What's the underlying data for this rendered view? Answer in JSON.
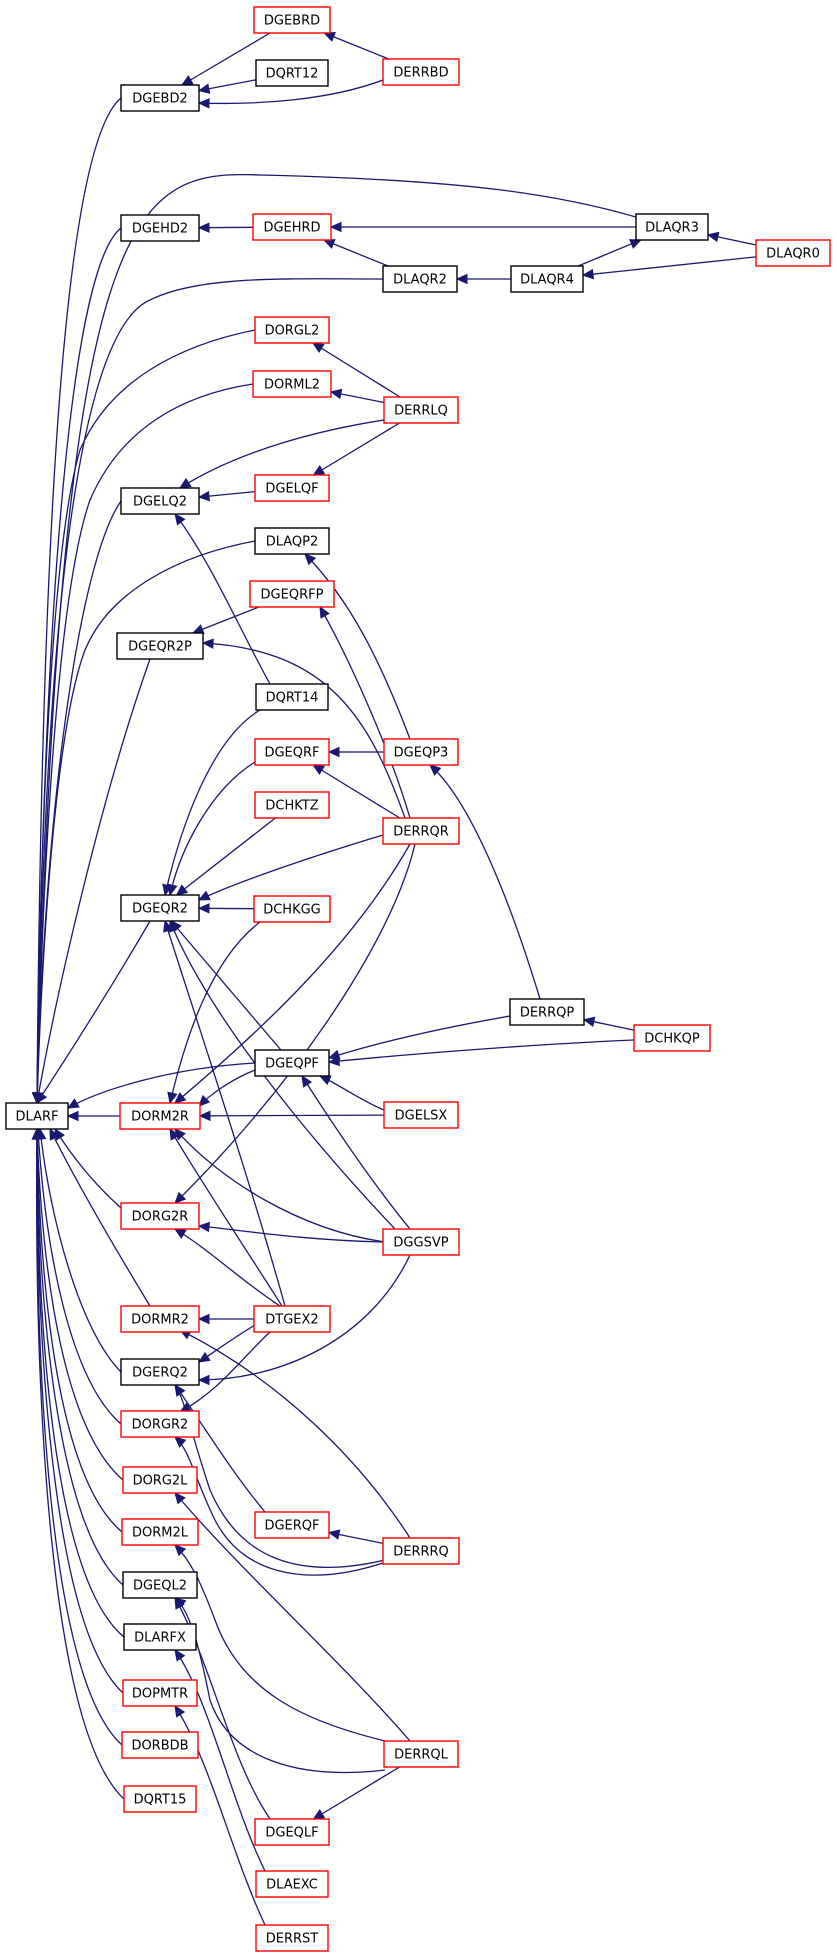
{
  "graph": {
    "focus_node": "DLARF",
    "colors": {
      "edge": "#191970",
      "linked_border": "#ff0000",
      "unlinked_border": "#000000",
      "focus_fill": "#bfbfbf"
    },
    "nodes": [
      {
        "id": "DLARF",
        "label": "DLARF",
        "style": "focus"
      },
      {
        "id": "DGEBRD",
        "label": "DGEBRD",
        "style": "red"
      },
      {
        "id": "DQRT12",
        "label": "DQRT12",
        "style": "black"
      },
      {
        "id": "DERRBD",
        "label": "DERRBD",
        "style": "red"
      },
      {
        "id": "DGEBD2",
        "label": "DGEBD2",
        "style": "black"
      },
      {
        "id": "DGEHD2",
        "label": "DGEHD2",
        "style": "black"
      },
      {
        "id": "DGEHRD",
        "label": "DGEHRD",
        "style": "red"
      },
      {
        "id": "DLAQR3",
        "label": "DLAQR3",
        "style": "black"
      },
      {
        "id": "DLAQR0",
        "label": "DLAQR0",
        "style": "red"
      },
      {
        "id": "DLAQR2",
        "label": "DLAQR2",
        "style": "black"
      },
      {
        "id": "DLAQR4",
        "label": "DLAQR4",
        "style": "black"
      },
      {
        "id": "DORGL2",
        "label": "DORGL2",
        "style": "red"
      },
      {
        "id": "DORML2",
        "label": "DORML2",
        "style": "red"
      },
      {
        "id": "DERRLQ",
        "label": "DERRLQ",
        "style": "red"
      },
      {
        "id": "DGELQ2",
        "label": "DGELQ2",
        "style": "black"
      },
      {
        "id": "DGELQF",
        "label": "DGELQF",
        "style": "red"
      },
      {
        "id": "DLAQP2",
        "label": "DLAQP2",
        "style": "black"
      },
      {
        "id": "DGEQRFP",
        "label": "DGEQRFP",
        "style": "red"
      },
      {
        "id": "DGEQR2P",
        "label": "DGEQR2P",
        "style": "black"
      },
      {
        "id": "DQRT14",
        "label": "DQRT14",
        "style": "black"
      },
      {
        "id": "DGEQRF",
        "label": "DGEQRF",
        "style": "red"
      },
      {
        "id": "DGEQP3",
        "label": "DGEQP3",
        "style": "red"
      },
      {
        "id": "DCHKTZ",
        "label": "DCHKTZ",
        "style": "red"
      },
      {
        "id": "DERRQR",
        "label": "DERRQR",
        "style": "red"
      },
      {
        "id": "DGEQR2",
        "label": "DGEQR2",
        "style": "black"
      },
      {
        "id": "DCHKGG",
        "label": "DCHKGG",
        "style": "red"
      },
      {
        "id": "DERRQP",
        "label": "DERRQP",
        "style": "black"
      },
      {
        "id": "DCHKQP",
        "label": "DCHKQP",
        "style": "red"
      },
      {
        "id": "DGEQPF",
        "label": "DGEQPF",
        "style": "black"
      },
      {
        "id": "DORM2R",
        "label": "DORM2R",
        "style": "red"
      },
      {
        "id": "DGELSX",
        "label": "DGELSX",
        "style": "red"
      },
      {
        "id": "DORG2R",
        "label": "DORG2R",
        "style": "red"
      },
      {
        "id": "DGGSVP",
        "label": "DGGSVP",
        "style": "red"
      },
      {
        "id": "DORMR2",
        "label": "DORMR2",
        "style": "red"
      },
      {
        "id": "DTGEX2",
        "label": "DTGEX2",
        "style": "red"
      },
      {
        "id": "DGERQ2",
        "label": "DGERQ2",
        "style": "black"
      },
      {
        "id": "DORGR2",
        "label": "DORGR2",
        "style": "red"
      },
      {
        "id": "DORG2L",
        "label": "DORG2L",
        "style": "red"
      },
      {
        "id": "DGERQF",
        "label": "DGERQF",
        "style": "red"
      },
      {
        "id": "DERRRQ",
        "label": "DERRRQ",
        "style": "red"
      },
      {
        "id": "DORM2L",
        "label": "DORM2L",
        "style": "red"
      },
      {
        "id": "DGEQL2",
        "label": "DGEQL2",
        "style": "black"
      },
      {
        "id": "DLARFX",
        "label": "DLARFX",
        "style": "black"
      },
      {
        "id": "DERRQL",
        "label": "DERRQL",
        "style": "red"
      },
      {
        "id": "DOPMTR",
        "label": "DOPMTR",
        "style": "red"
      },
      {
        "id": "DORBDB",
        "label": "DORBDB",
        "style": "red"
      },
      {
        "id": "DQRT15",
        "label": "DQRT15",
        "style": "red"
      },
      {
        "id": "DGEQLF",
        "label": "DGEQLF",
        "style": "red"
      },
      {
        "id": "DLAEXC",
        "label": "DLAEXC",
        "style": "red"
      },
      {
        "id": "DERRST",
        "label": "DERRST",
        "style": "red"
      }
    ],
    "edges": [
      {
        "from": "DGEBD2",
        "to": "DLARF"
      },
      {
        "from": "DLAQR3",
        "to": "DLARF"
      },
      {
        "from": "DGEHD2",
        "to": "DLARF"
      },
      {
        "from": "DLAQR2",
        "to": "DLARF"
      },
      {
        "from": "DORGL2",
        "to": "DLARF"
      },
      {
        "from": "DORML2",
        "to": "DLARF"
      },
      {
        "from": "DGELQ2",
        "to": "DLARF"
      },
      {
        "from": "DLAQP2",
        "to": "DLARF"
      },
      {
        "from": "DGEQR2P",
        "to": "DLARF"
      },
      {
        "from": "DGEQR2",
        "to": "DLARF"
      },
      {
        "from": "DGEQPF",
        "to": "DLARF"
      },
      {
        "from": "DORM2R",
        "to": "DLARF"
      },
      {
        "from": "DORG2R",
        "to": "DLARF"
      },
      {
        "from": "DORMR2",
        "to": "DLARF"
      },
      {
        "from": "DGERQ2",
        "to": "DLARF"
      },
      {
        "from": "DORGR2",
        "to": "DLARF"
      },
      {
        "from": "DORG2L",
        "to": "DLARF"
      },
      {
        "from": "DORM2L",
        "to": "DLARF"
      },
      {
        "from": "DGEQL2",
        "to": "DLARF"
      },
      {
        "from": "DLARFX",
        "to": "DLARF"
      },
      {
        "from": "DOPMTR",
        "to": "DLARF"
      },
      {
        "from": "DORBDB",
        "to": "DLARF"
      },
      {
        "from": "DQRT15",
        "to": "DLARF"
      },
      {
        "from": "DGEBRD",
        "to": "DGEBD2"
      },
      {
        "from": "DQRT12",
        "to": "DGEBD2"
      },
      {
        "from": "DERRBD",
        "to": "DGEBD2"
      },
      {
        "from": "DERRBD",
        "to": "DGEBRD"
      },
      {
        "from": "DGEHRD",
        "to": "DGEHD2"
      },
      {
        "from": "DLAQR3",
        "to": "DGEHRD"
      },
      {
        "from": "DLAQR2",
        "to": "DGEHRD"
      },
      {
        "from": "DLAQR0",
        "to": "DLAQR3"
      },
      {
        "from": "DLAQR4",
        "to": "DLAQR3"
      },
      {
        "from": "DLAQR0",
        "to": "DLAQR4"
      },
      {
        "from": "DLAQR4",
        "to": "DLAQR2"
      },
      {
        "from": "DERRLQ",
        "to": "DORGL2"
      },
      {
        "from": "DERRLQ",
        "to": "DORML2"
      },
      {
        "from": "DERRLQ",
        "to": "DGELQ2"
      },
      {
        "from": "DGELQF",
        "to": "DGELQ2"
      },
      {
        "from": "DERRLQ",
        "to": "DGELQF"
      },
      {
        "from": "DQRT14",
        "to": "DGELQ2"
      },
      {
        "from": "DGEQP3",
        "to": "DLAQP2"
      },
      {
        "from": "DGEQRFP",
        "to": "DGEQR2P"
      },
      {
        "from": "DERRQR",
        "to": "DGEQR2P"
      },
      {
        "from": "DERRQR",
        "to": "DGEQRFP"
      },
      {
        "from": "DQRT14",
        "to": "DGEQR2"
      },
      {
        "from": "DGEQRF",
        "to": "DGEQR2"
      },
      {
        "from": "DCHKTZ",
        "to": "DGEQR2"
      },
      {
        "from": "DERRQR",
        "to": "DGEQR2"
      },
      {
        "from": "DCHKGG",
        "to": "DGEQR2"
      },
      {
        "from": "DGEQPF",
        "to": "DGEQR2"
      },
      {
        "from": "DGGSVP",
        "to": "DGEQR2"
      },
      {
        "from": "DTGEX2",
        "to": "DGEQR2"
      },
      {
        "from": "DGEQP3",
        "to": "DGEQRF"
      },
      {
        "from": "DERRQR",
        "to": "DGEQRF"
      },
      {
        "from": "DERRQP",
        "to": "DGEQP3"
      },
      {
        "from": "DCHKQP",
        "to": "DERRQP"
      },
      {
        "from": "DERRQP",
        "to": "DGEQPF"
      },
      {
        "from": "DCHKQP",
        "to": "DGEQPF"
      },
      {
        "from": "DGELSX",
        "to": "DGEQPF"
      },
      {
        "from": "DGGSVP",
        "to": "DGEQPF"
      },
      {
        "from": "DGEQPF",
        "to": "DORM2R"
      },
      {
        "from": "DGELSX",
        "to": "DORM2R"
      },
      {
        "from": "DCHKGG",
        "to": "DORM2R"
      },
      {
        "from": "DERRQR",
        "to": "DORM2R"
      },
      {
        "from": "DGGSVP",
        "to": "DORM2R"
      },
      {
        "from": "DTGEX2",
        "to": "DORM2R"
      },
      {
        "from": "DERRQR",
        "to": "DORG2R"
      },
      {
        "from": "DGGSVP",
        "to": "DORG2R"
      },
      {
        "from": "DTGEX2",
        "to": "DORG2R"
      },
      {
        "from": "DTGEX2",
        "to": "DORMR2"
      },
      {
        "from": "DERRRQ",
        "to": "DORMR2"
      },
      {
        "from": "DTGEX2",
        "to": "DGERQ2"
      },
      {
        "from": "DGGSVP",
        "to": "DGERQ2"
      },
      {
        "from": "DGERQF",
        "to": "DGERQ2"
      },
      {
        "from": "DERRRQ",
        "to": "DGERQ2"
      },
      {
        "from": "DERRRQ",
        "to": "DGERQF"
      },
      {
        "from": "DTGEX2",
        "to": "DORGR2"
      },
      {
        "from": "DERRRQ",
        "to": "DORGR2"
      },
      {
        "from": "DERRQL",
        "to": "DORG2L"
      },
      {
        "from": "DERRQL",
        "to": "DORM2L"
      },
      {
        "from": "DERRQL",
        "to": "DGEQL2"
      },
      {
        "from": "DGEQLF",
        "to": "DGEQL2"
      },
      {
        "from": "DERRQL",
        "to": "DGEQLF"
      },
      {
        "from": "DLAEXC",
        "to": "DLARFX"
      },
      {
        "from": "DERRST",
        "to": "DOPMTR"
      }
    ]
  }
}
